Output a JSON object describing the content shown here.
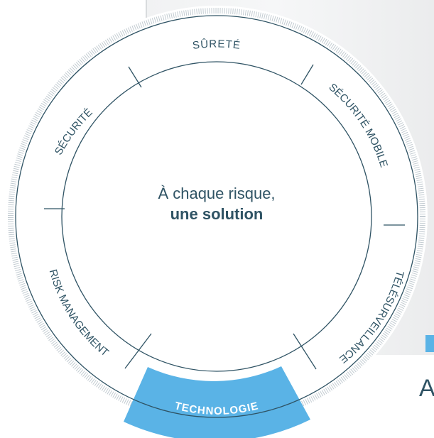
{
  "center": {
    "line1": "À chaque risque,",
    "line2": "une solution"
  },
  "segments": [
    {
      "label": "SÛRETÉ"
    },
    {
      "label": "SÉCURITÉ MOBILE"
    },
    {
      "label": "TÉLÉSURVEILLANCE"
    },
    {
      "label": "TECHNOLOGIE"
    },
    {
      "label": "RISK MANAGEMENT"
    },
    {
      "label": "SÉCURITÉ"
    }
  ],
  "active_segment": "TECHNOLOGIE",
  "side_text": "A",
  "colors": {
    "text": "#2f5364",
    "accent": "#5ab3e6",
    "active_text": "#ffffff",
    "ring_stroke": "#2f5364"
  }
}
